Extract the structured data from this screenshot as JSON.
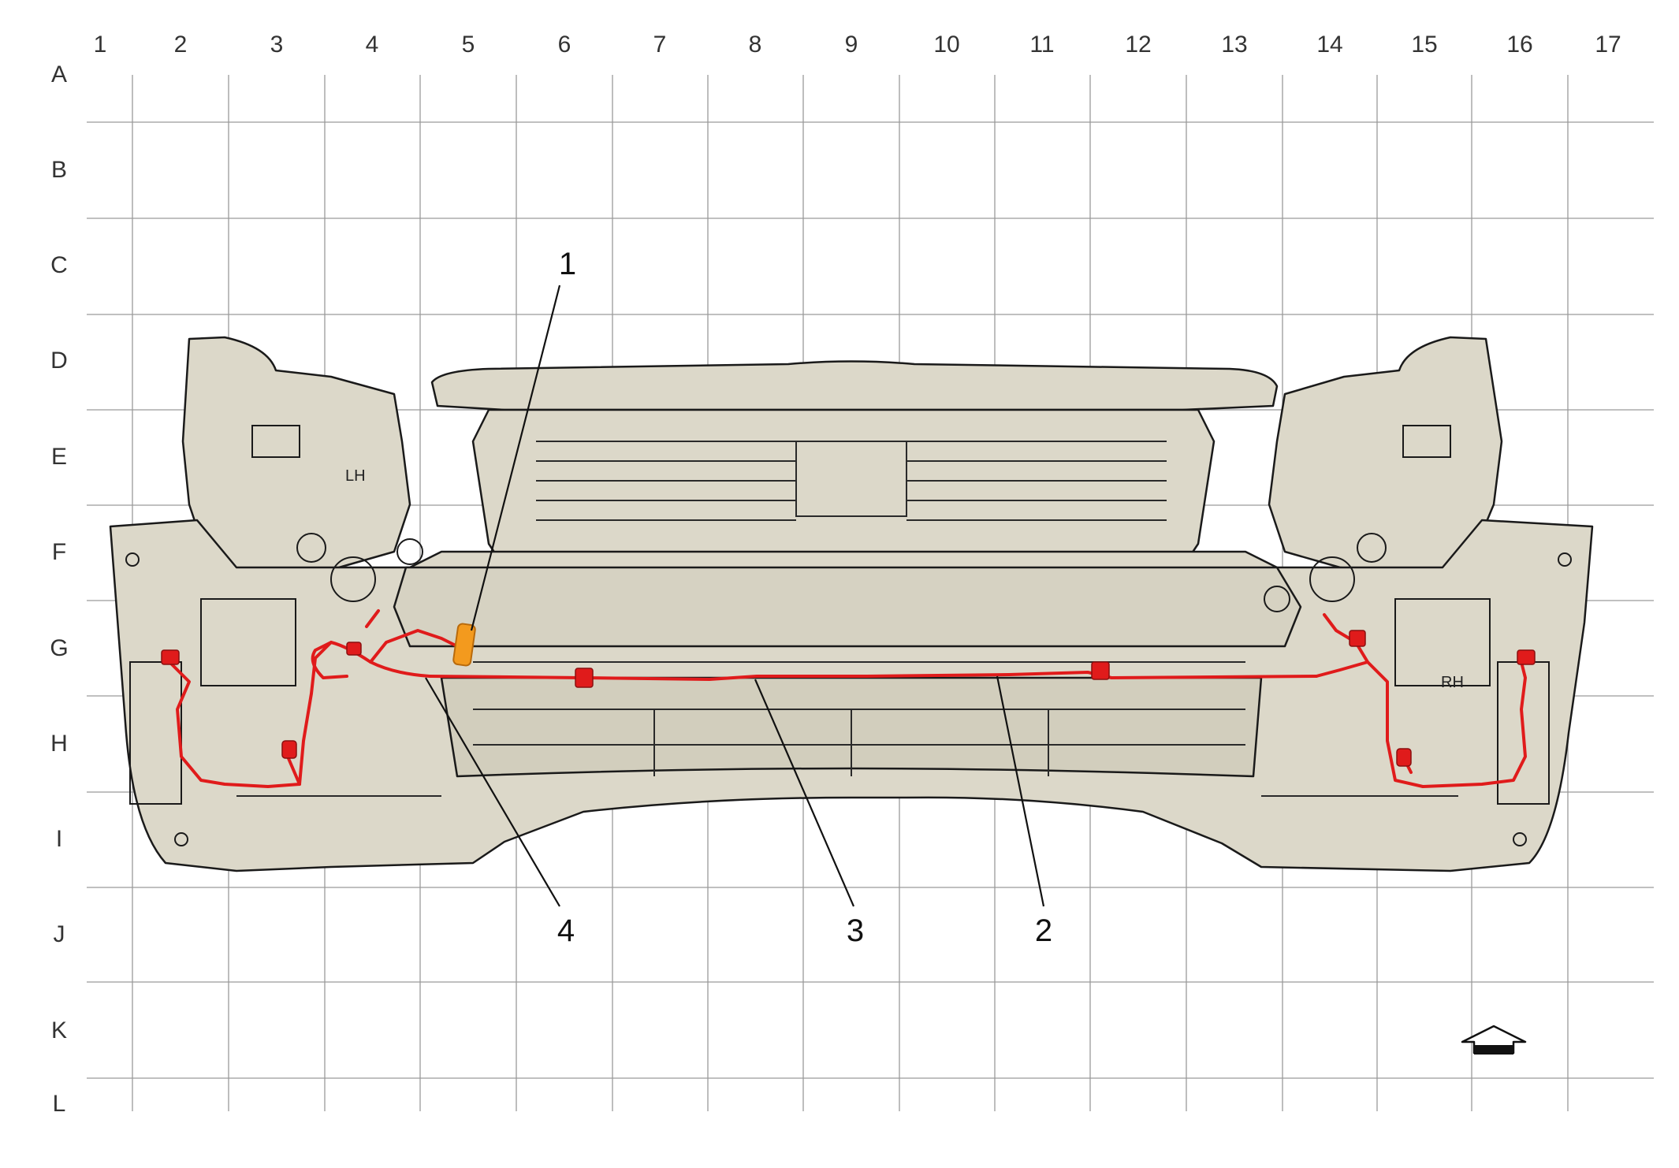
{
  "diagram": {
    "column_labels": [
      "1",
      "2",
      "3",
      "4",
      "5",
      "6",
      "7",
      "8",
      "9",
      "10",
      "11",
      "12",
      "13",
      "14",
      "15",
      "16",
      "17"
    ],
    "row_labels": [
      "A",
      "B",
      "C",
      "D",
      "E",
      "F",
      "G",
      "H",
      "I",
      "J",
      "K",
      "L"
    ],
    "callouts": [
      {
        "id": "1",
        "text": "1"
      },
      {
        "id": "2",
        "text": "2"
      },
      {
        "id": "3",
        "text": "3"
      },
      {
        "id": "4",
        "text": "4"
      }
    ],
    "side_labels": {
      "left": "LH",
      "right": "RH"
    },
    "colors": {
      "grid": "#9a9a9a",
      "body_fill": "#dcd8c9",
      "body_stroke": "#1a1a1a",
      "harness": "#e01b1b",
      "highlight_component": "#f39a1e"
    }
  }
}
